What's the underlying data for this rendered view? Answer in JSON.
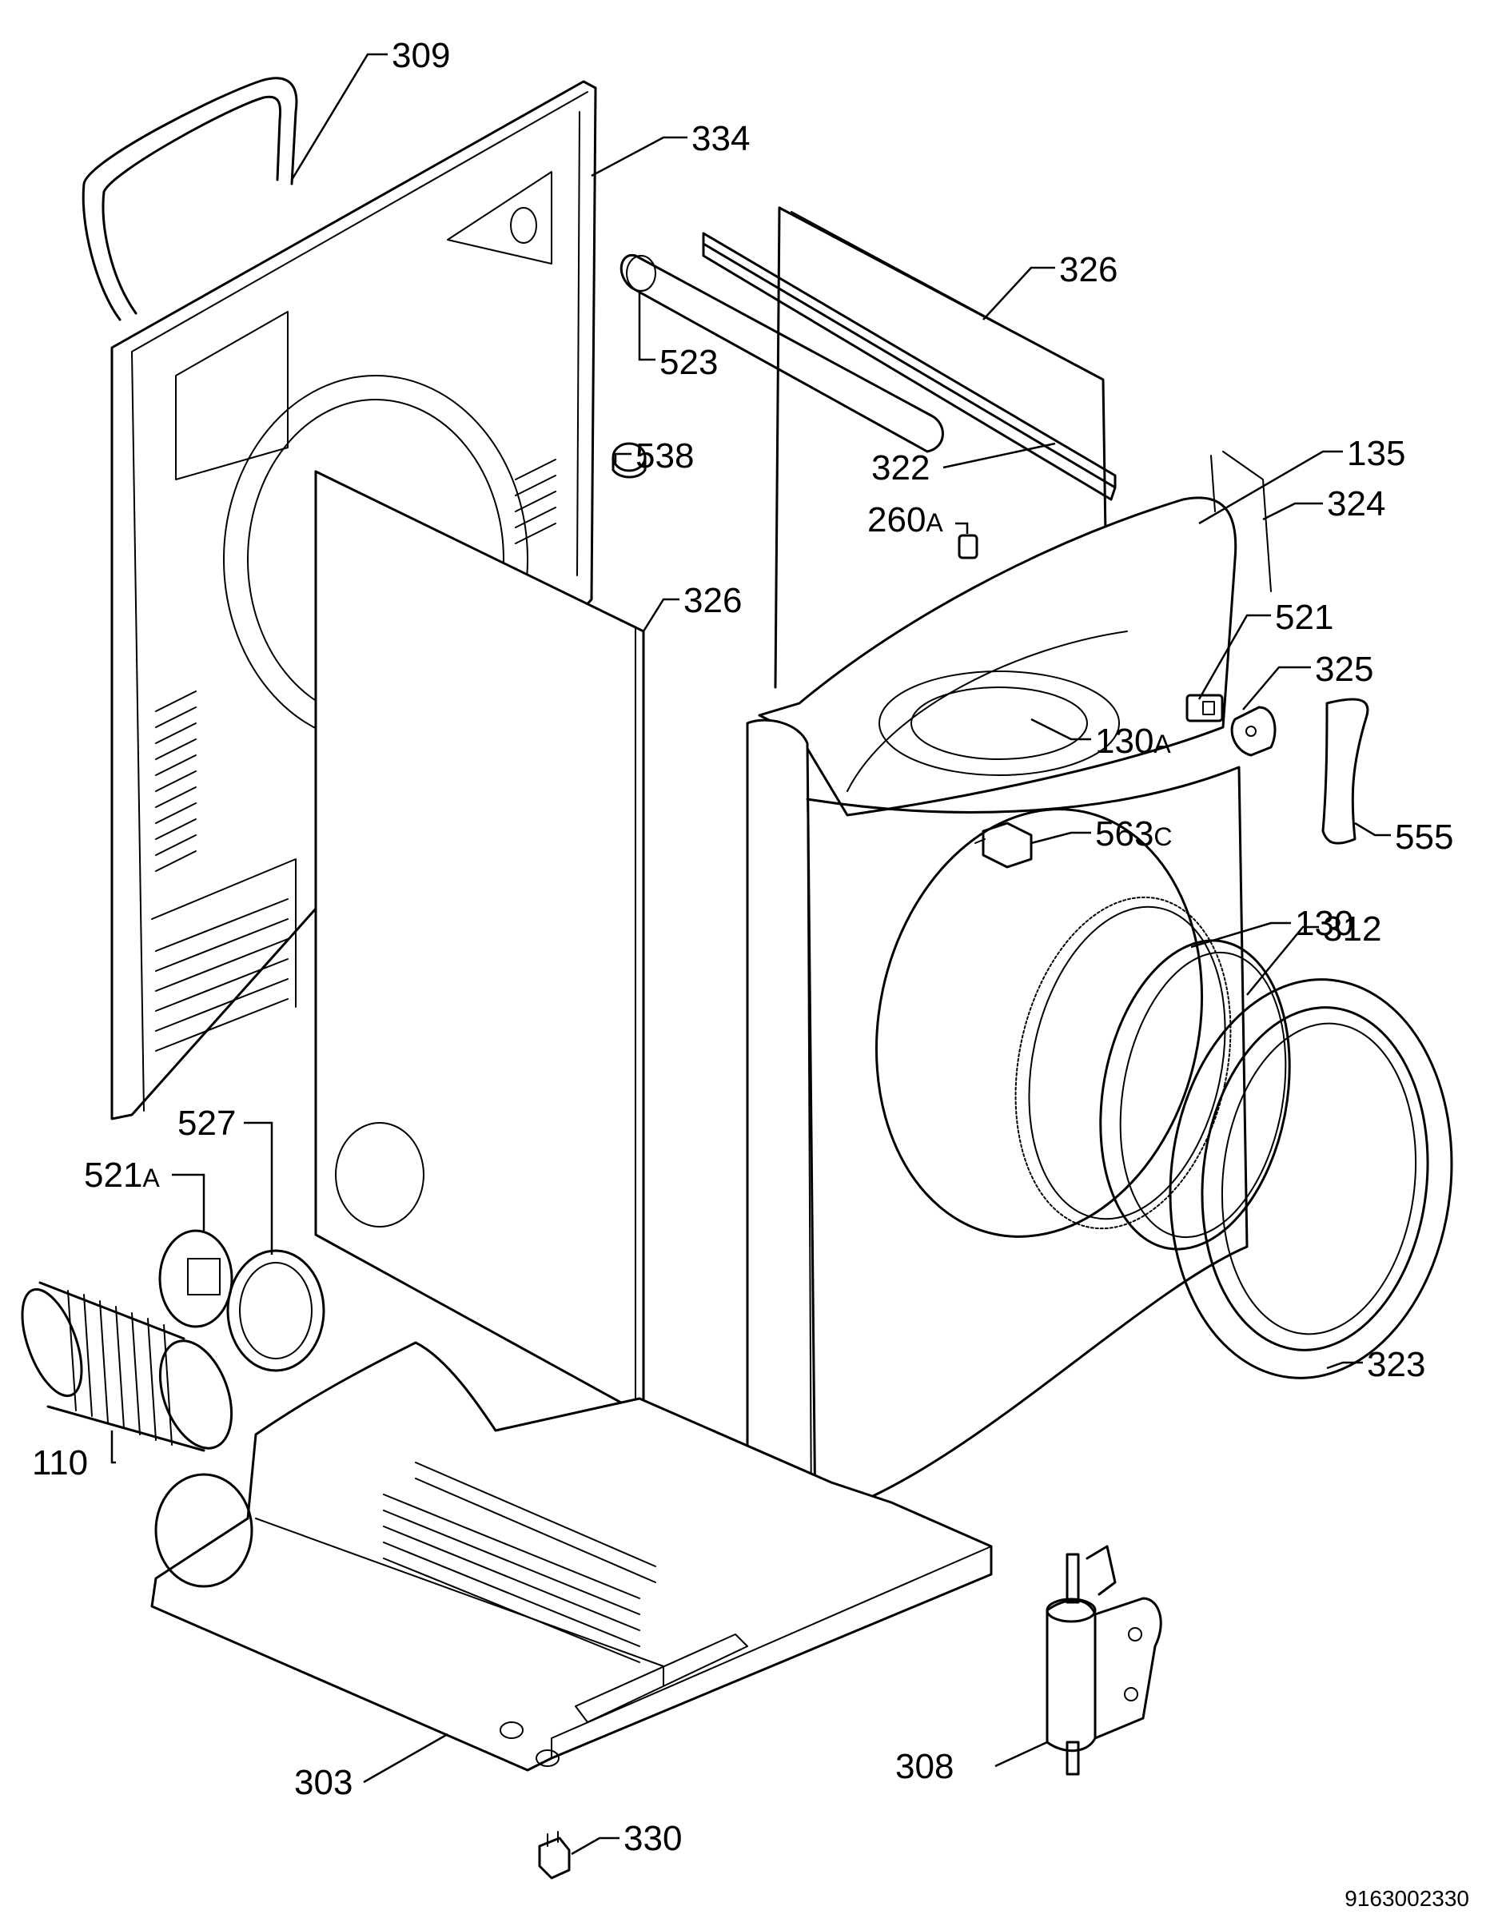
{
  "labels": [
    {
      "id": "309",
      "text": "309",
      "suffix": ""
    },
    {
      "id": "334",
      "text": "334",
      "suffix": ""
    },
    {
      "id": "326a",
      "text": "326",
      "suffix": ""
    },
    {
      "id": "523",
      "text": "523",
      "suffix": ""
    },
    {
      "id": "538",
      "text": "538",
      "suffix": ""
    },
    {
      "id": "322",
      "text": "322",
      "suffix": ""
    },
    {
      "id": "135",
      "text": "135",
      "suffix": ""
    },
    {
      "id": "260",
      "text": "260",
      "suffix": "A"
    },
    {
      "id": "324",
      "text": "324",
      "suffix": ""
    },
    {
      "id": "326b",
      "text": "326",
      "suffix": ""
    },
    {
      "id": "521",
      "text": "521",
      "suffix": ""
    },
    {
      "id": "325",
      "text": "325",
      "suffix": ""
    },
    {
      "id": "130a",
      "text": "130",
      "suffix": "A"
    },
    {
      "id": "555",
      "text": "555",
      "suffix": ""
    },
    {
      "id": "563c",
      "text": "563",
      "suffix": "C"
    },
    {
      "id": "130",
      "text": "130",
      "suffix": ""
    },
    {
      "id": "312",
      "text": "312",
      "suffix": ""
    },
    {
      "id": "527",
      "text": "527",
      "suffix": ""
    },
    {
      "id": "521a",
      "text": "521",
      "suffix": "A"
    },
    {
      "id": "323",
      "text": "323",
      "suffix": ""
    },
    {
      "id": "110",
      "text": "110",
      "suffix": ""
    },
    {
      "id": "308",
      "text": "308",
      "suffix": ""
    },
    {
      "id": "303",
      "text": "303",
      "suffix": ""
    },
    {
      "id": "330",
      "text": "330",
      "suffix": ""
    }
  ],
  "drawing_code": "9163002330"
}
